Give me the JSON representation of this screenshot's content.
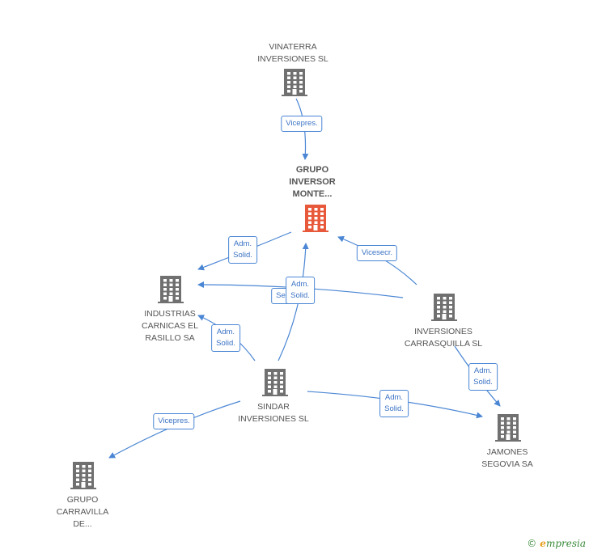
{
  "colors": {
    "node": "#707070",
    "focus_node": "#e8583a",
    "edge": "#4a86d4",
    "edge_label_text": "#3a72c4"
  },
  "nodes": [
    {
      "id": "vinaterra",
      "label": "VINATERRA\nINVERSIONES SL",
      "focus": false,
      "icon": "building-icon"
    },
    {
      "id": "grupo-inversor",
      "label": "GRUPO\nINVERSOR\nMONTE...",
      "focus": true,
      "icon": "building-icon"
    },
    {
      "id": "industrias",
      "label": "INDUSTRIAS\nCARNICAS EL\nRASILLO SA",
      "focus": false,
      "icon": "building-icon"
    },
    {
      "id": "carrasquilla",
      "label": "INVERSIONES\nCARRASQUILLA SL",
      "focus": false,
      "icon": "building-icon"
    },
    {
      "id": "sindar",
      "label": "SINDAR\nINVERSIONES SL",
      "focus": false,
      "icon": "building-icon"
    },
    {
      "id": "jamones",
      "label": "JAMONES\nSEGOVIA SA",
      "focus": false,
      "icon": "building-icon"
    },
    {
      "id": "carravilla",
      "label": "GRUPO\nCARRAVILLA\nDE...",
      "focus": false,
      "icon": "building-icon"
    }
  ],
  "edges": [
    {
      "id": "e1",
      "label": "Vicepres."
    },
    {
      "id": "e2",
      "label": "Adm.\nSolid."
    },
    {
      "id": "e3",
      "label": "Vicesecr."
    },
    {
      "id": "e4",
      "label": "Secr."
    },
    {
      "id": "e5",
      "label": "Adm.\nSolid."
    },
    {
      "id": "e6",
      "label": "Adm.\nSolid."
    },
    {
      "id": "e7",
      "label": "Adm.\nSolid."
    },
    {
      "id": "e8",
      "label": "Adm.\nSolid."
    },
    {
      "id": "e9",
      "label": "Vicepres."
    }
  ],
  "footer": {
    "copyright": "©",
    "brand_initial": "e",
    "brand_rest": "mpresia"
  }
}
